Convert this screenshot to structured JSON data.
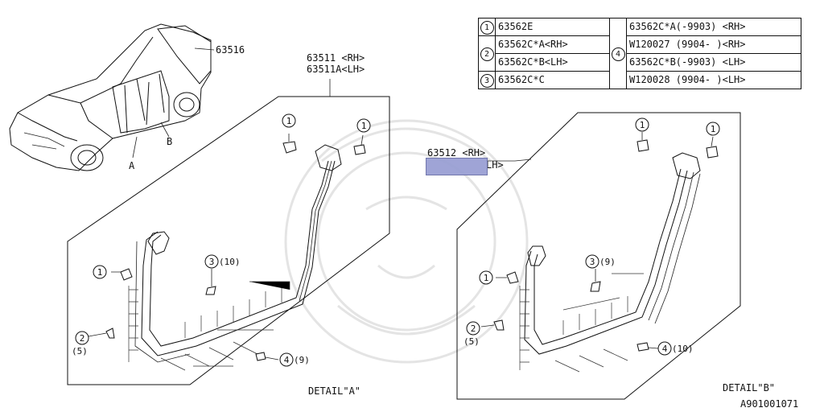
{
  "table": {
    "rows_left": [
      {
        "num": "1",
        "part": "63562E"
      },
      {
        "num": "2",
        "part": "63562C*A<RH>",
        "part2": "63562C*B<LH>"
      },
      {
        "num": "3",
        "part": "63562C*C"
      }
    ],
    "group_num": "4",
    "rows_right": [
      "63562C*A(-9903) <RH>",
      "W120027  (9904- )<RH>",
      "63562C*B(-9903) <LH>",
      "W120028  (9904- )<LH>"
    ]
  },
  "labels": {
    "part_63516": "63516",
    "car_a": "A",
    "car_b": "B",
    "detail_a_rh": "63511 <RH>",
    "detail_a_lh": "63511A<LH>",
    "detail_b_rh": "63512 <RH>",
    "detail_b_lh": "LH>",
    "detail_a_caption": "DETAIL\"A\"",
    "detail_b_caption": "DETAIL\"B\"",
    "figure_code": "A901001071"
  },
  "callouts_a": {
    "c1a": "1",
    "c1b": "1",
    "c1c": "1",
    "c2": "2",
    "c2_qty": "(5)",
    "c3": "3",
    "c3_qty": "(10)",
    "c4": "4",
    "c4_qty": "(9)"
  },
  "callouts_b": {
    "c1a": "1",
    "c1b": "1",
    "c1c": "1",
    "c2": "2",
    "c2_qty": "(5)",
    "c3": "3",
    "c3_qty": "(9)",
    "c4": "4",
    "c4_qty": "(10)"
  }
}
